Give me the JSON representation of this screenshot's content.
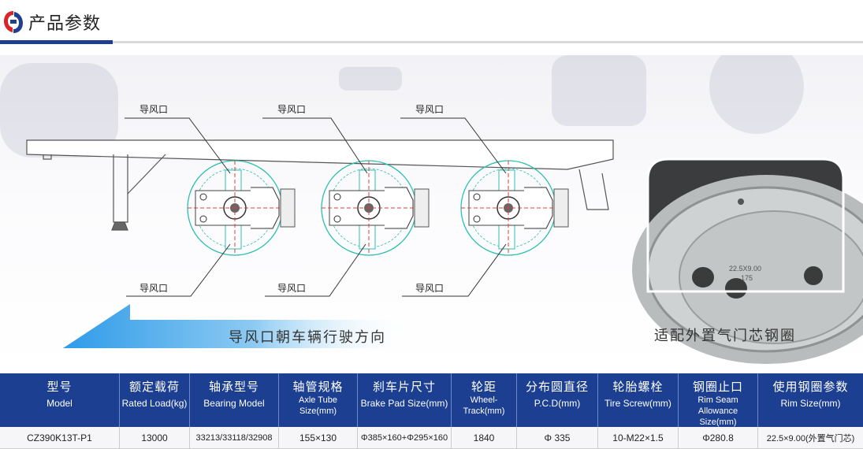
{
  "header": {
    "title": "产品参数"
  },
  "diagram": {
    "vent_label": "导风口",
    "direction_text": "导风口朝车辆行驶方向",
    "rim_caption": "适配外置气门芯钢圈",
    "rim_stamp_1": "22.5X9.00",
    "rim_stamp_2": "175"
  },
  "colors": {
    "header_bg": "#1c3f92",
    "accent": "#1f3f8f",
    "arrow": "#2f9be8",
    "drum": "#2bbfb0",
    "axis": "#e23b3b"
  },
  "table": {
    "columns": [
      {
        "cn": "型号",
        "en": "Model"
      },
      {
        "cn": "额定载荷",
        "en": "Rated Load(kg)"
      },
      {
        "cn": "轴承型号",
        "en": "Bearing Model"
      },
      {
        "cn": "轴管规格",
        "en": "Axle Tube",
        "en2": "Size(mm)"
      },
      {
        "cn": "刹车片尺寸",
        "en": "Brake Pad Size(mm)"
      },
      {
        "cn": "轮距",
        "en": "Wheel-",
        "en2": "Track(mm)"
      },
      {
        "cn": "分布圆直径",
        "en": "P.C.D(mm)"
      },
      {
        "cn": "轮胎螺栓",
        "en": "Tire Screw(mm)"
      },
      {
        "cn": "钢圈止口",
        "en": "Rim Seam",
        "en2": "Allowance",
        "en3": "Size(mm)"
      },
      {
        "cn": "使用钢圈参数",
        "en": "Rim Size(mm)"
      }
    ],
    "row": [
      "CZ390K13T-P1",
      "13000",
      "33213/33118/32908",
      "155×130",
      "Φ385×160+Φ295×160",
      "1840",
      "Φ 335",
      "10-M22×1.5",
      "Φ280.8",
      "22.5×9.00(外置气门芯)"
    ]
  }
}
